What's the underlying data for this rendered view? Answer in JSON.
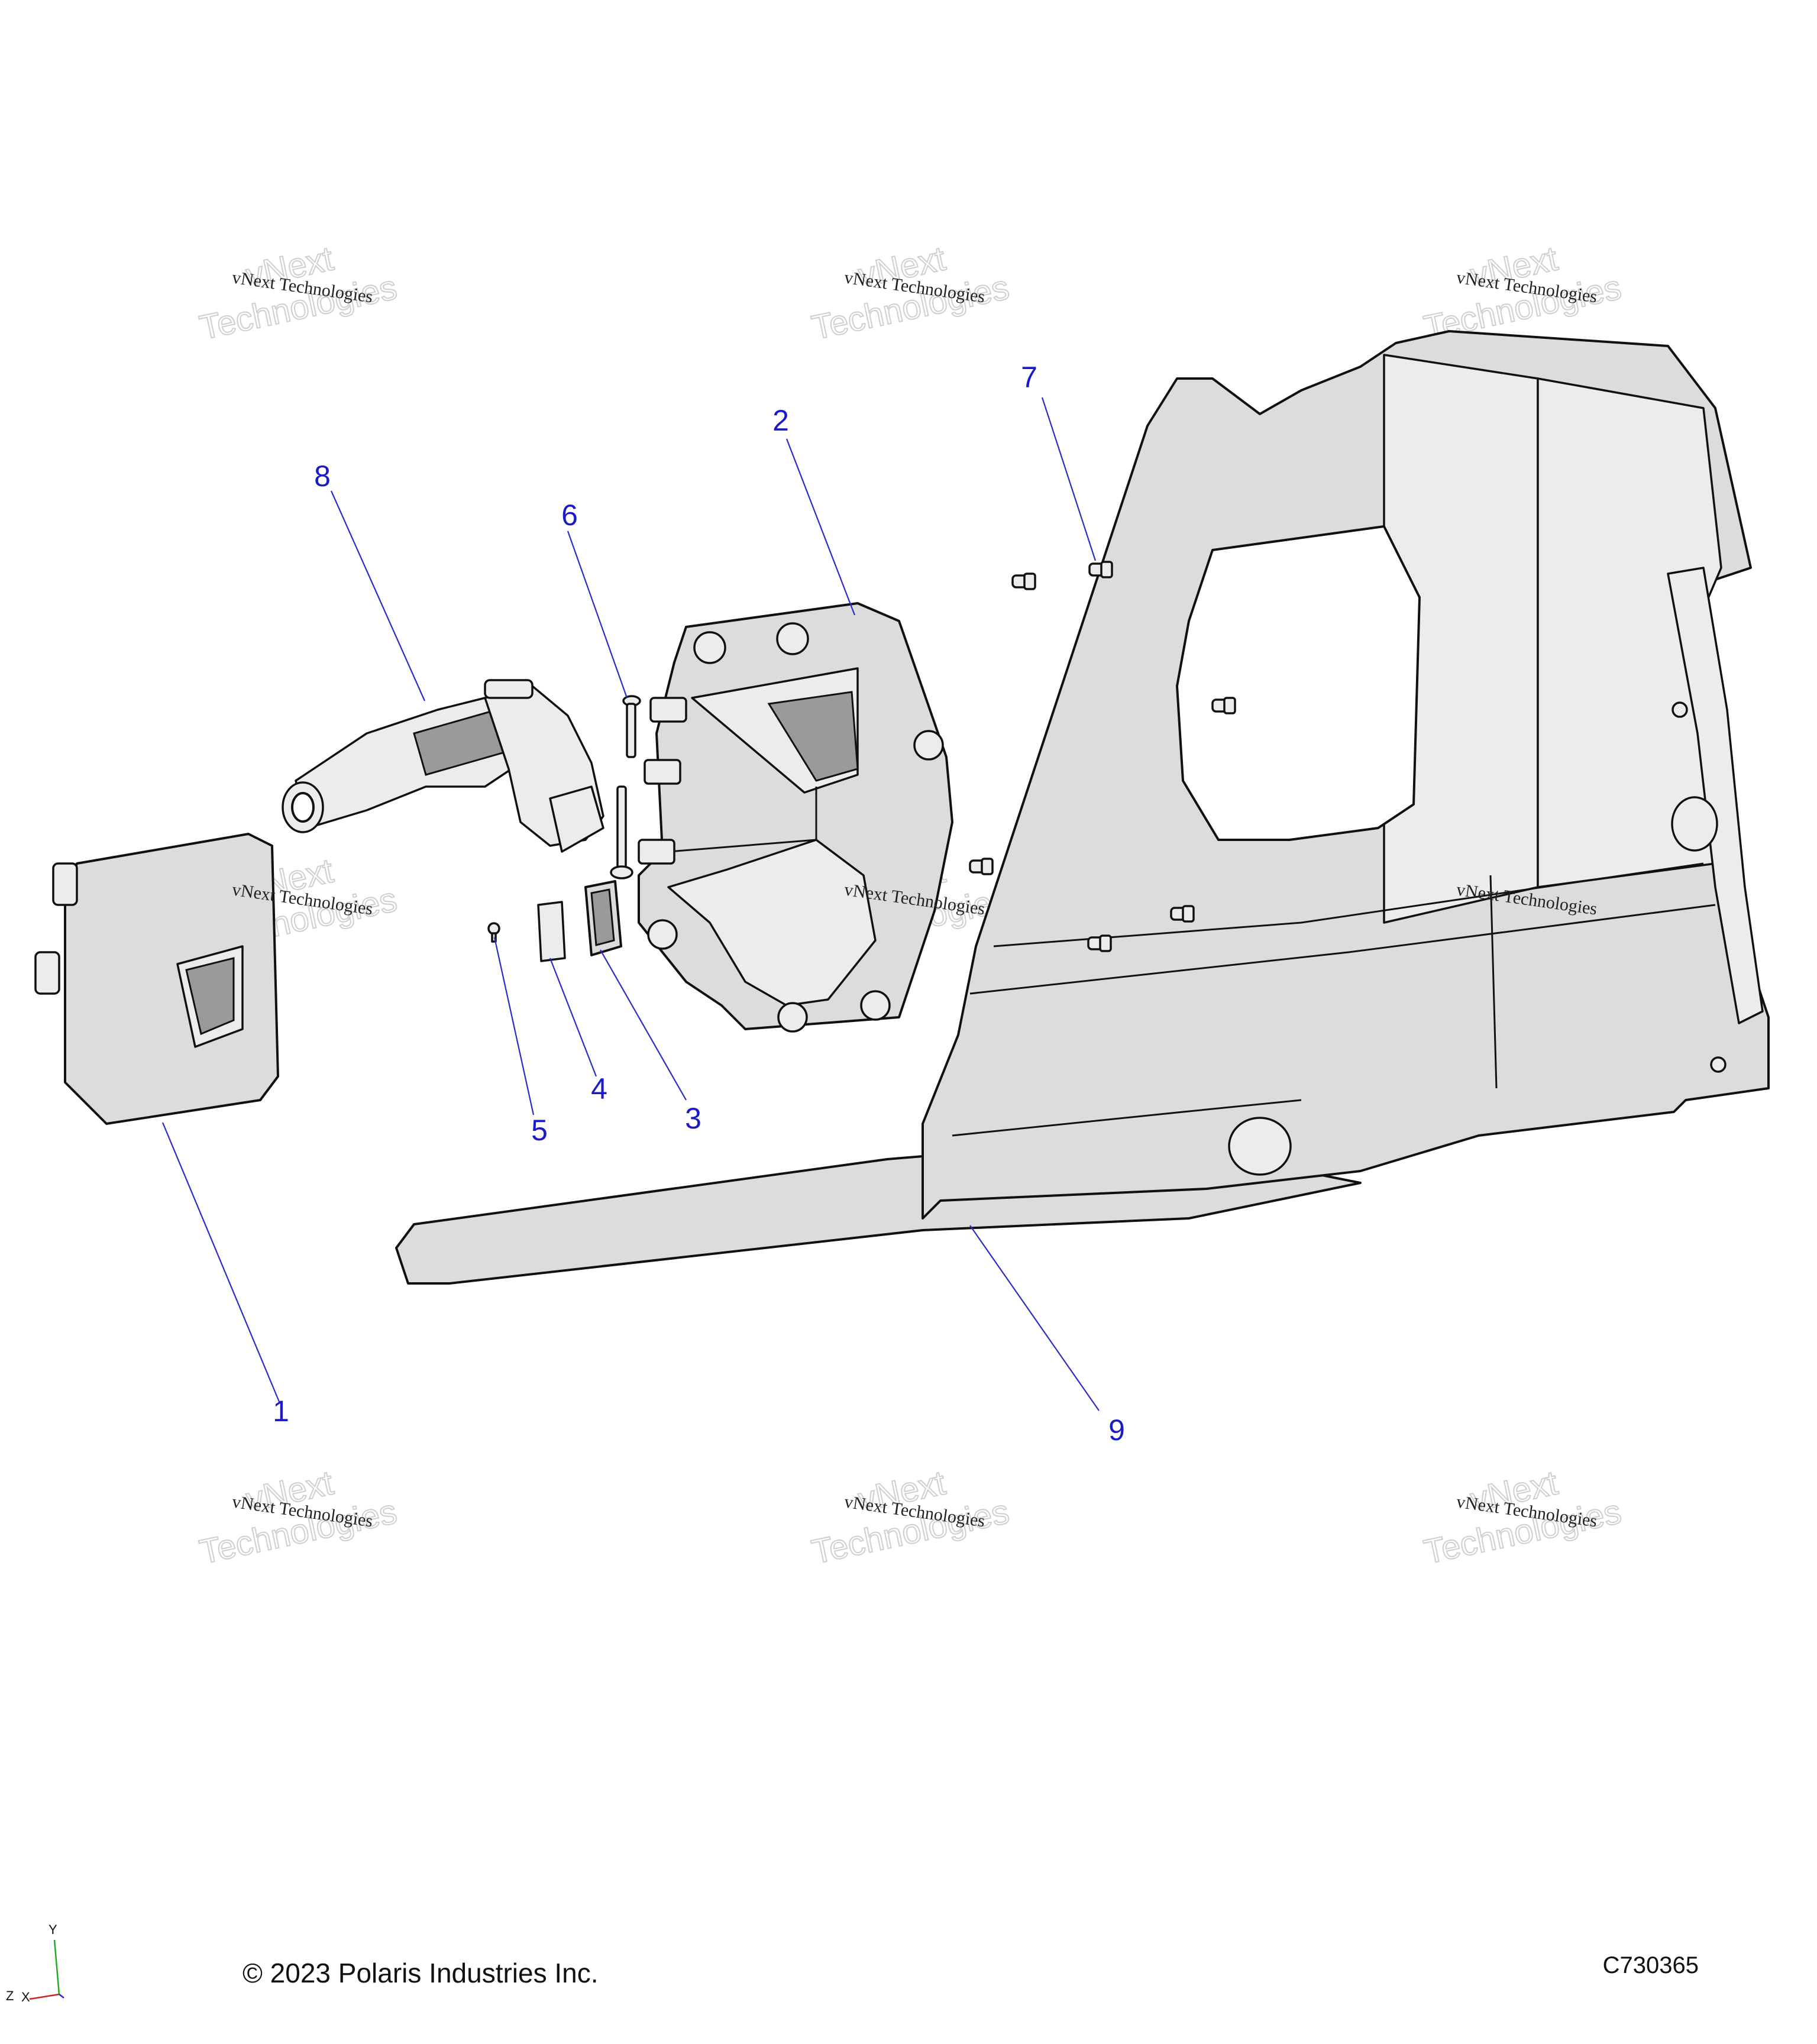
{
  "callouts": [
    {
      "id": "1",
      "label": "1"
    },
    {
      "id": "2",
      "label": "2"
    },
    {
      "id": "3",
      "label": "3"
    },
    {
      "id": "4",
      "label": "4"
    },
    {
      "id": "5",
      "label": "5"
    },
    {
      "id": "6",
      "label": "6"
    },
    {
      "id": "7",
      "label": "7"
    },
    {
      "id": "8",
      "label": "8"
    },
    {
      "id": "9",
      "label": "9"
    }
  ],
  "watermark": {
    "line_small": "vNext Technologies",
    "line_large_top": "vNext",
    "line_large_bottom": "Technologies"
  },
  "footer": {
    "copyright": "© 2023 Polaris Industries Inc.",
    "drawing_code": "C730365"
  },
  "axis_triad": {
    "y": "Y",
    "z": "Z",
    "x": "X",
    "color_x": "#cc2222",
    "color_y": "#22aa22",
    "color_z": "#2222cc"
  },
  "colors": {
    "callout": "#1a1acc",
    "leader": "#2a2acc"
  }
}
